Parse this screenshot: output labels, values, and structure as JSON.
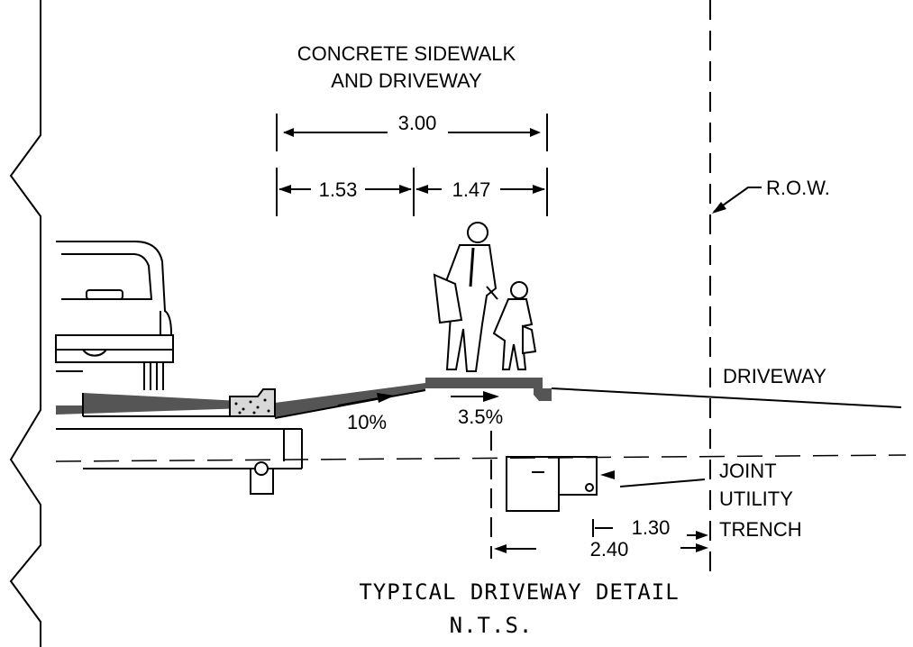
{
  "labels": {
    "title_line1": "CONCRETE SIDEWALK",
    "title_line2": "AND DRIVEWAY",
    "dim_total": "3.00",
    "dim_left": "1.53",
    "dim_right": "1.47",
    "row": "R.O.W.",
    "driveway": "DRIVEWAY",
    "slope_driveway": "10%",
    "slope_sidewalk": "3.5%",
    "trench_line1": "JOINT",
    "trench_line2": "UTILITY",
    "trench_line3": "TRENCH",
    "dim_trench_inner": "1.30",
    "dim_trench_outer": "2.40",
    "detail_title": "TYPICAL DRIVEWAY DETAIL",
    "detail_scale": "N.T.S."
  },
  "colors": {
    "ink": "#000000",
    "pavement": "#555555",
    "gravel": "#d8d8d8"
  }
}
